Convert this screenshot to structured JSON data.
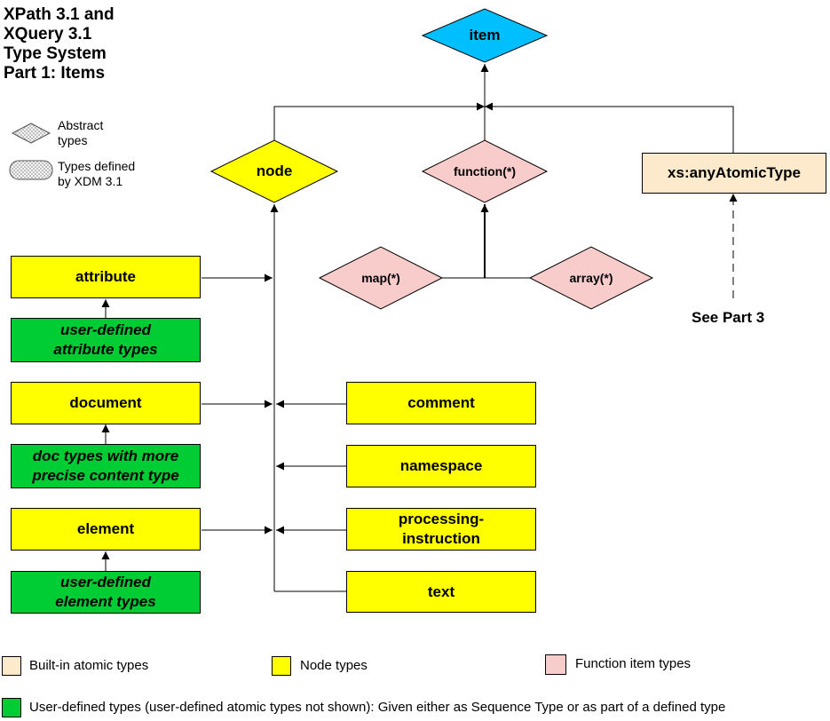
{
  "title": [
    "XPath 3.1 and",
    "XQuery 3.1",
    "Type System",
    "Part 1: Items"
  ],
  "symbols": {
    "abstract": [
      "Abstract",
      "types"
    ],
    "xdm": [
      "Types defined",
      "by XDM 3.1"
    ]
  },
  "diamonds": {
    "item": "item",
    "node": "node",
    "function": "function(*)",
    "map": "map(*)",
    "array": "array(*)"
  },
  "boxes": {
    "anyAtomicType": "xs:anyAtomicType",
    "attribute": "attribute",
    "user_attribute": [
      "user-defined",
      "attribute types"
    ],
    "document": "document",
    "doc_types": [
      "doc types with more",
      "precise content type"
    ],
    "element": "element",
    "user_element": [
      "user-defined",
      "element types"
    ],
    "comment": "comment",
    "namespace": "namespace",
    "pi": [
      "processing-",
      "instruction"
    ],
    "text": "text"
  },
  "see_part": "See Part 3",
  "legend": {
    "builtin": "Built-in atomic types",
    "node": "Node types",
    "function": "Function item types",
    "user": "User-defined types (user-defined atomic types not shown):  Given either as Sequence Type or as part of a defined type"
  },
  "colors": {
    "item": "#00bfff",
    "node": "#ffff00",
    "function": "#f9cccc",
    "atomic": "#fde9cc",
    "user": "#00cc33"
  }
}
